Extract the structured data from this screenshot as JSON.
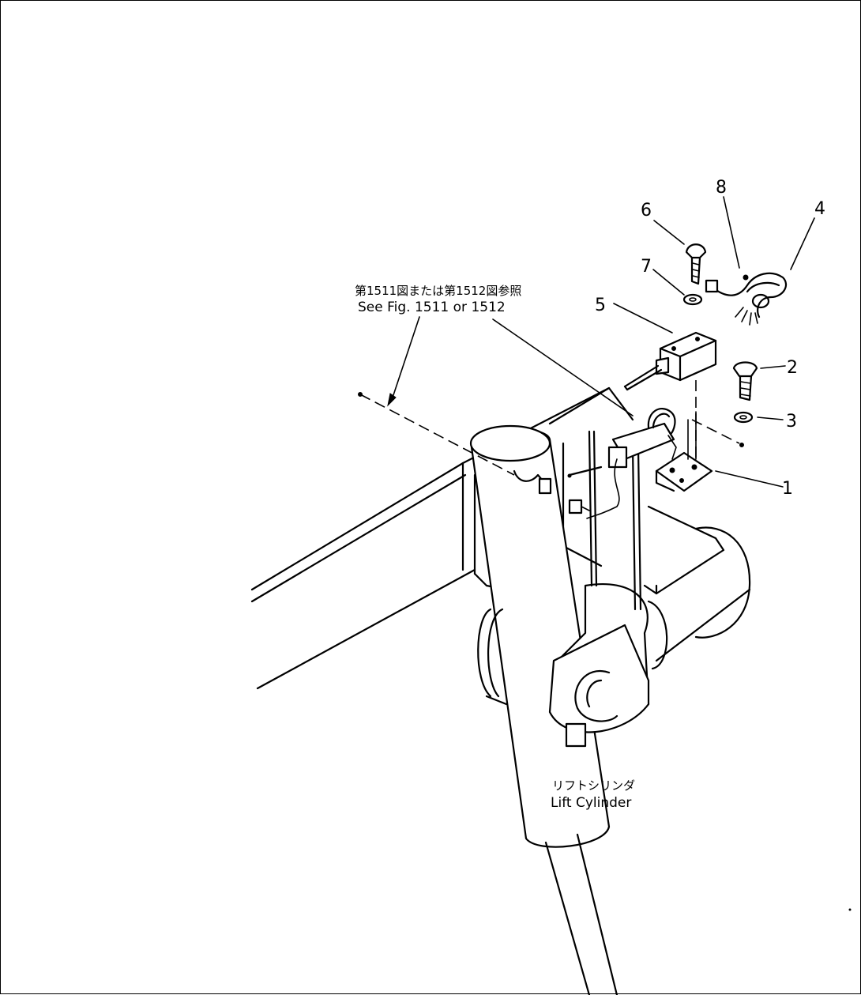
{
  "callouts": [
    {
      "id": "1",
      "text": "1"
    },
    {
      "id": "2",
      "text": "2"
    },
    {
      "id": "3",
      "text": "3"
    },
    {
      "id": "4",
      "text": "4"
    },
    {
      "id": "5",
      "text": "5"
    },
    {
      "id": "6",
      "text": "6"
    },
    {
      "id": "7",
      "text": "7"
    },
    {
      "id": "8",
      "text": "8"
    }
  ],
  "reference": {
    "jp": "第1511図または第1512図参照",
    "en": "See Fig. 1511 or 1512"
  },
  "cylinder_label": {
    "jp": "リフトシリンダ",
    "en": "Lift Cylinder"
  }
}
